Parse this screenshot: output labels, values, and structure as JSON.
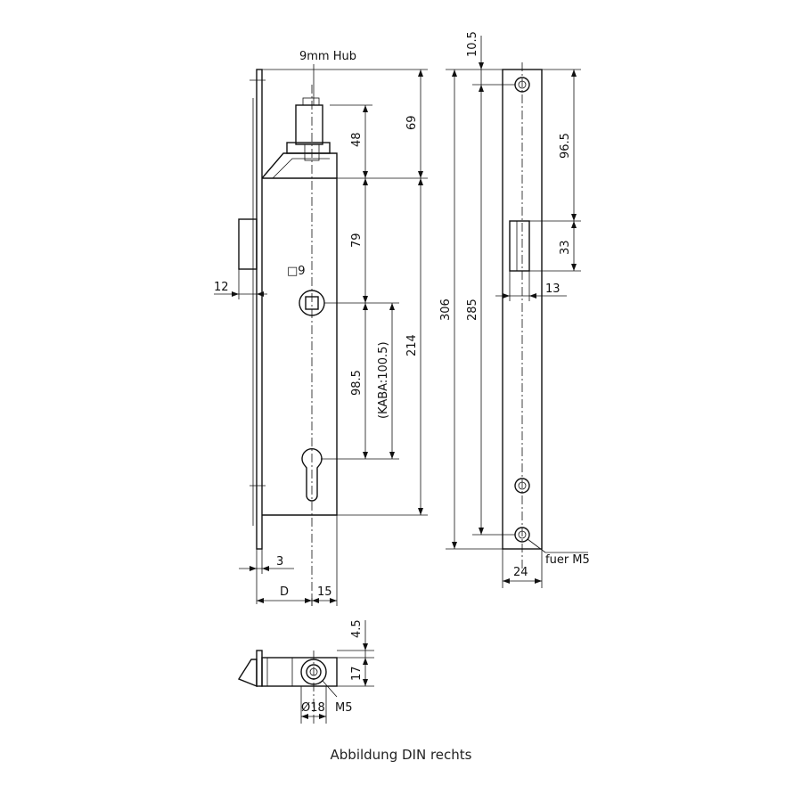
{
  "labels": {
    "hub": "9mm Hub",
    "square": "□9",
    "d48": "48",
    "d69": "69",
    "d79": "79",
    "d214": "214",
    "d98_5": "98.5",
    "kaba": "(KABA:100.5)",
    "d12": "12",
    "d3": "3",
    "dD": "D",
    "d15": "15",
    "d306": "306",
    "d285": "285",
    "d10_5": "10.5",
    "d96_5": "96.5",
    "d33": "33",
    "d13": "13",
    "d24": "24",
    "fuerM5": "fuer M5",
    "d4_5": "4.5",
    "d17": "17",
    "o18": "Ø18",
    "m5": "M5"
  },
  "caption": "Abbildung DIN rechts"
}
